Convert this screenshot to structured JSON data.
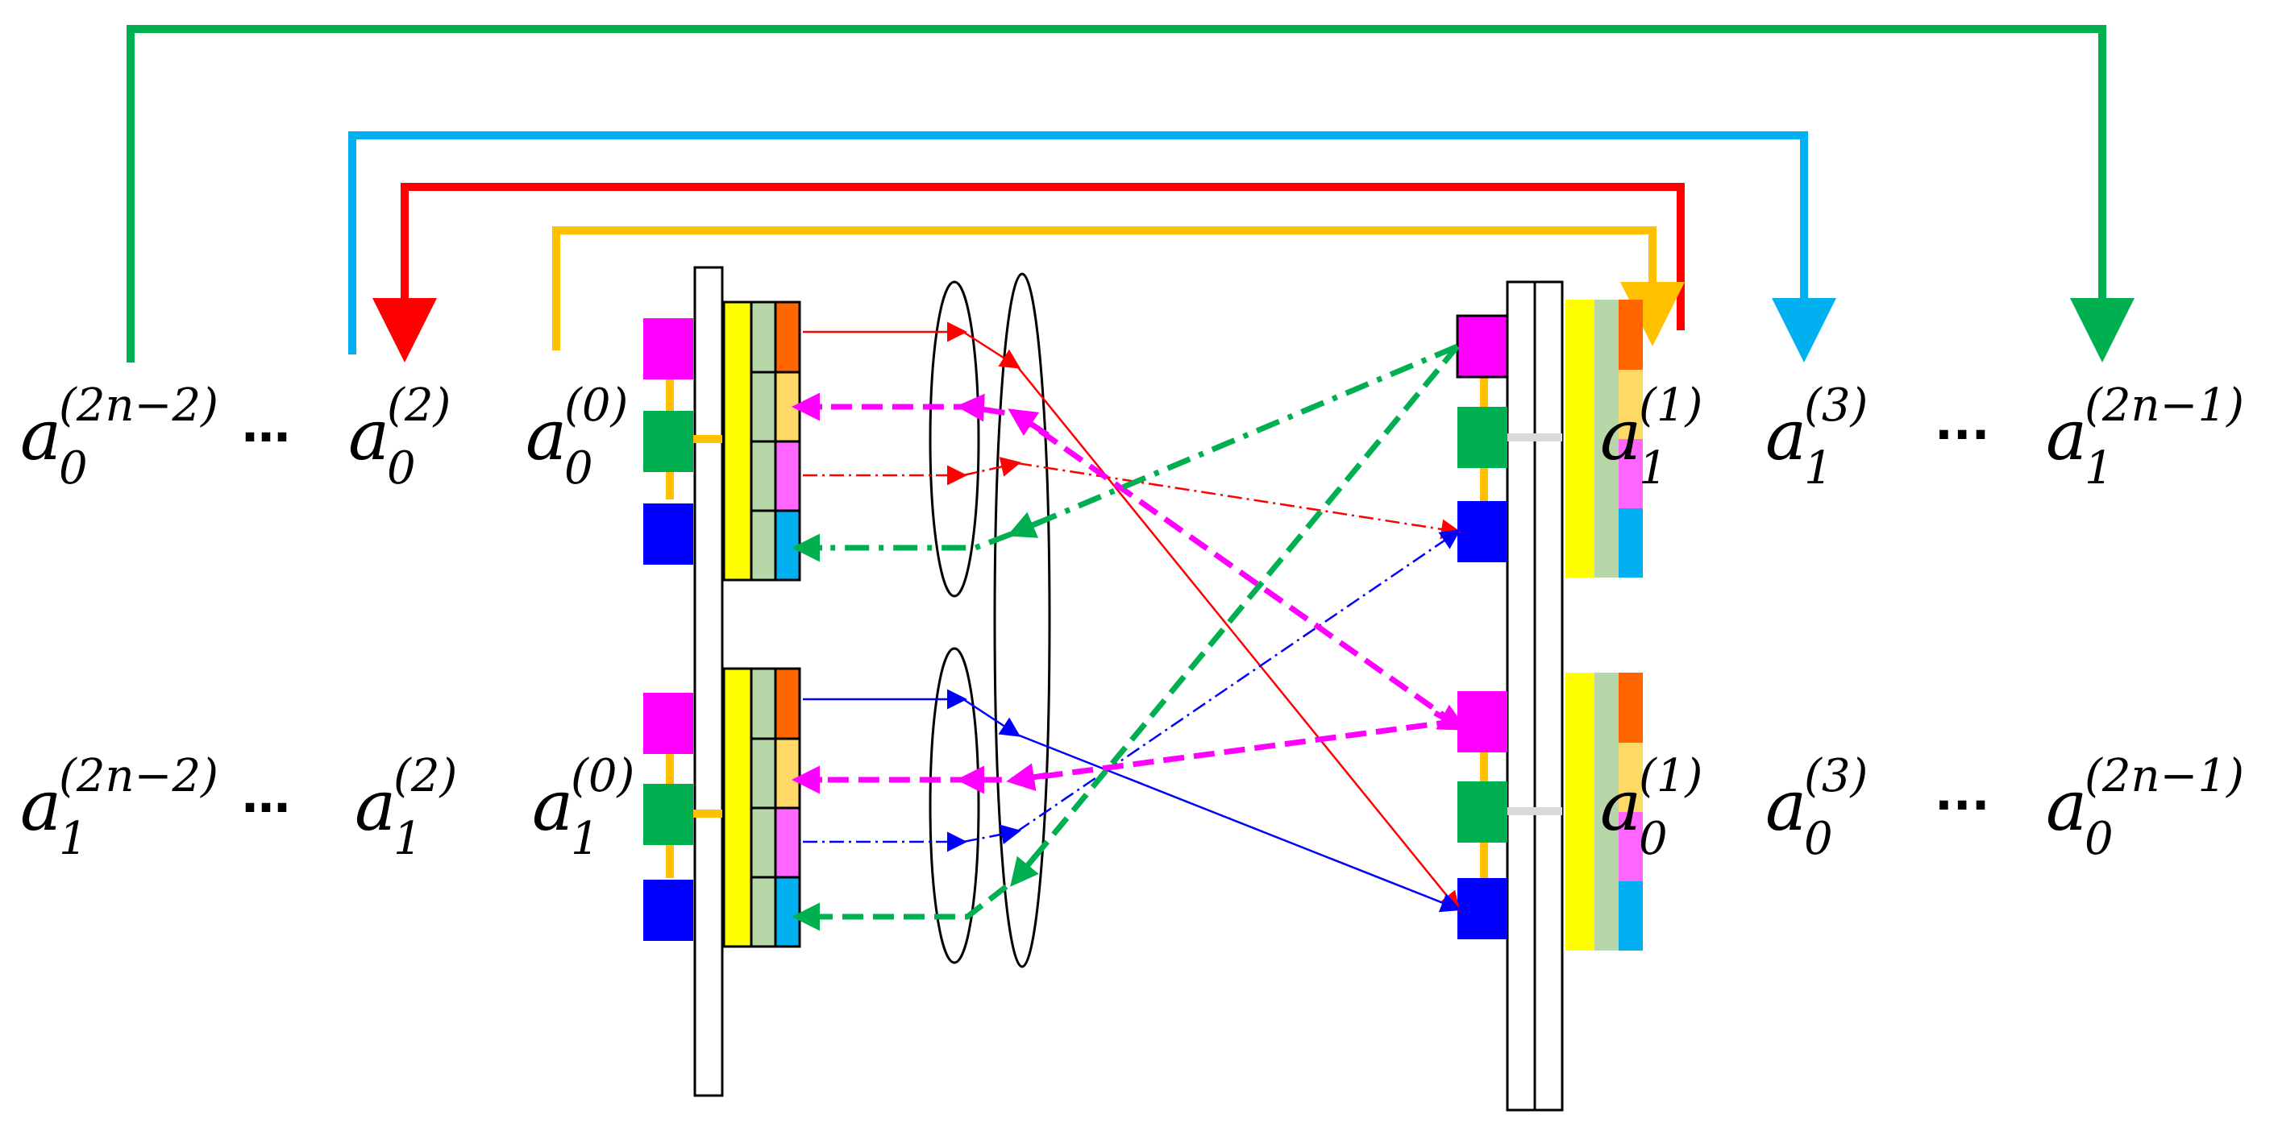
{
  "colors": {
    "green": "#00b050",
    "cyan": "#00b0f0",
    "red": "#ff0000",
    "gold": "#ffc000",
    "magenta": "#ff00ff",
    "blue": "#0000ff",
    "yellow": "#ffff00",
    "light_green": "#b7d7a8",
    "orange": "#ff6600",
    "light_orange": "#ffd966",
    "light_magenta": "#ff66ff",
    "sky": "#00b0f0",
    "gray": "#d9d9d9"
  },
  "labels": {
    "top_left": [
      {
        "base": "a",
        "sub": "0",
        "sup": "(2n−2)"
      },
      {
        "base": "a",
        "sub": "0",
        "sup": "(2)"
      },
      {
        "base": "a",
        "sub": "0",
        "sup": "(0)"
      }
    ],
    "top_right": [
      {
        "base": "a",
        "sub": "1",
        "sup": "(1)"
      },
      {
        "base": "a",
        "sub": "1",
        "sup": "(3)"
      },
      {
        "base": "a",
        "sub": "1",
        "sup": "(2n−1)"
      }
    ],
    "bottom_left": [
      {
        "base": "a",
        "sub": "1",
        "sup": "(2n−2)"
      },
      {
        "base": "a",
        "sub": "1",
        "sup": "(2)"
      },
      {
        "base": "a",
        "sub": "1",
        "sup": "(0)"
      }
    ],
    "bottom_right": [
      {
        "base": "a",
        "sub": "0",
        "sup": "(1)"
      },
      {
        "base": "a",
        "sub": "0",
        "sup": "(3)"
      },
      {
        "base": "a",
        "sub": "0",
        "sup": "(2n−1)"
      }
    ],
    "ellipsis": "…",
    "ellipsis_mid": "···"
  }
}
